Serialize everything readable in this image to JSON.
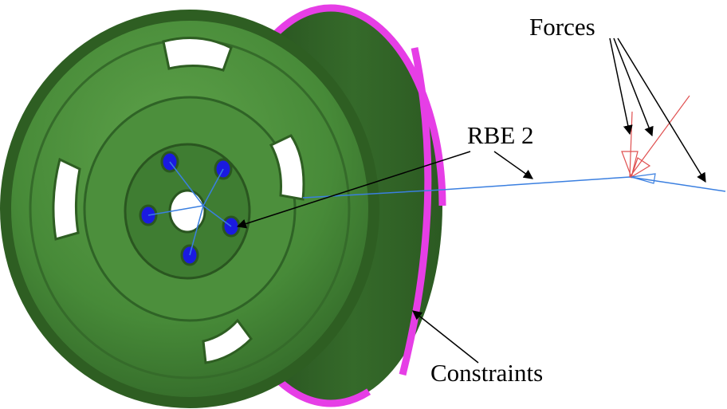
{
  "labels": {
    "forces": "Forces",
    "rbe2": "RBE 2",
    "constraints": "Constraints"
  },
  "colors": {
    "wheel_face": "#4a8a3a",
    "wheel_dark": "#2e5e22",
    "wheel_mid": "#3c7430",
    "barrel": "#2f5a24",
    "constraint": "#e63ee6",
    "bolt": "#1a1ae0",
    "rbe_line": "#3a7fe0",
    "force_red": "#e05050",
    "arrow": "#000000"
  }
}
